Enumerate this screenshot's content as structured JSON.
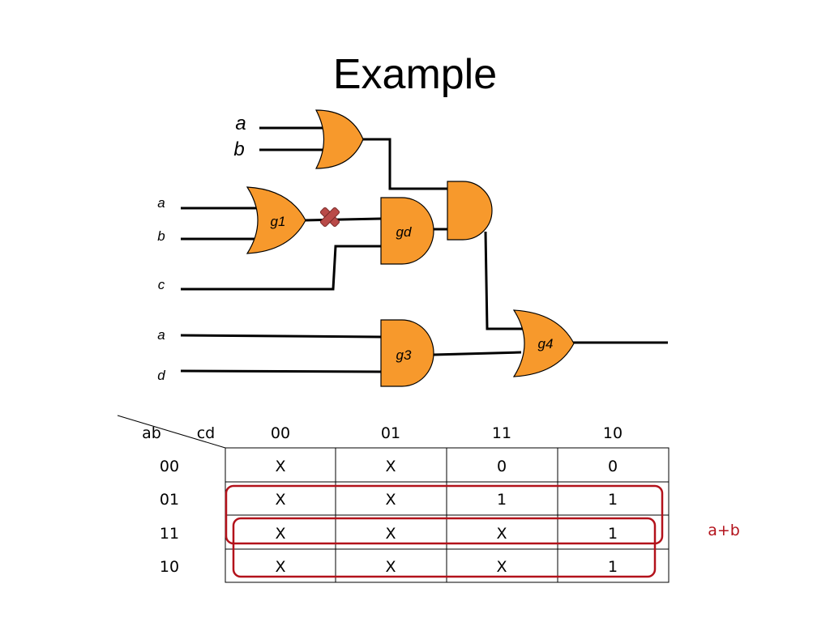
{
  "slide": {
    "title": "Example"
  },
  "circuit": {
    "gates": {
      "top_or": "",
      "g1": "g1",
      "gd": "gd",
      "top_and": "",
      "g3": "g3",
      "g4": "g4"
    },
    "inputs": {
      "top_a": "a",
      "top_b": "b",
      "g1_a": "a",
      "g1_b": "b",
      "c": "c",
      "g3_a": "a",
      "g3_d": "d"
    },
    "fault_marker": "cross",
    "gate_color": "#f7992c",
    "fault_color": "#b94a48"
  },
  "kmap": {
    "row_var": "ab",
    "col_var": "cd",
    "col_headers": [
      "00",
      "01",
      "11",
      "10"
    ],
    "row_headers": [
      "00",
      "01",
      "11",
      "10"
    ],
    "cells": [
      [
        "X",
        "X",
        "0",
        "0"
      ],
      [
        "X",
        "X",
        "1",
        "1"
      ],
      [
        "X",
        "X",
        "X",
        "1"
      ],
      [
        "X",
        "X",
        "X",
        "1"
      ]
    ],
    "groups": [
      {
        "name": "group-ab-01-11",
        "rows": [
          "01",
          "11"
        ]
      },
      {
        "name": "group-ab-11-10",
        "rows": [
          "11",
          "10"
        ]
      }
    ],
    "annotation": "a+b",
    "group_color": "#b3121b"
  }
}
